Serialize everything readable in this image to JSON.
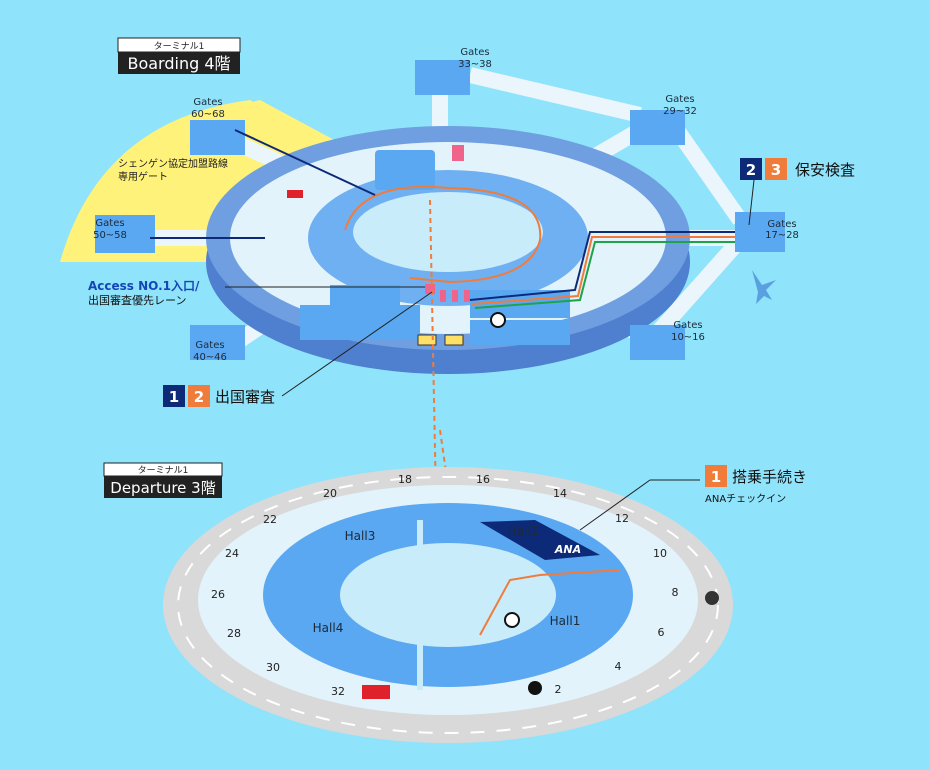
{
  "boarding": {
    "sub": "ターミナル1",
    "title": "Boarding 4階"
  },
  "departure": {
    "sub": "ターミナル1",
    "title": "Departure 3階"
  },
  "gates": {
    "g33": [
      "Gates",
      "33~38"
    ],
    "g60": [
      "Gates",
      "60~68"
    ],
    "g29": [
      "Gates",
      "29~32"
    ],
    "g50": [
      "Gates",
      "50~58"
    ],
    "g17": [
      "Gates",
      "17~28"
    ],
    "g40": [
      "Gates",
      "40~46"
    ],
    "g10": [
      "Gates",
      "10~16"
    ]
  },
  "schengen": [
    "シェンゲン協定加盟路線",
    "専用ゲート"
  ],
  "access": {
    "title": "Access NO.1入口/",
    "sub": "出国審査優先レーン"
  },
  "security": {
    "n1": "2",
    "n2": "3",
    "label": "保安検査"
  },
  "immigration": {
    "n1": "1",
    "n2": "2",
    "label": "出国審査"
  },
  "checkin": {
    "n": "1",
    "label": "搭乗手続き",
    "sub": "ANAチェックイン"
  },
  "ana_logo": "ANA",
  "halls": [
    "Hall1",
    "Hall2",
    "Hall3",
    "Hall4"
  ],
  "counters": [
    "2",
    "4",
    "6",
    "8",
    "10",
    "12",
    "14",
    "16",
    "18",
    "20",
    "22",
    "24",
    "26",
    "28",
    "30",
    "32"
  ],
  "colors": {
    "bg": "#8fe3fb",
    "navy": "#0d2a78",
    "orange": "#f07c3c",
    "green": "#1fa34a",
    "ring": "#5a8fd8"
  }
}
